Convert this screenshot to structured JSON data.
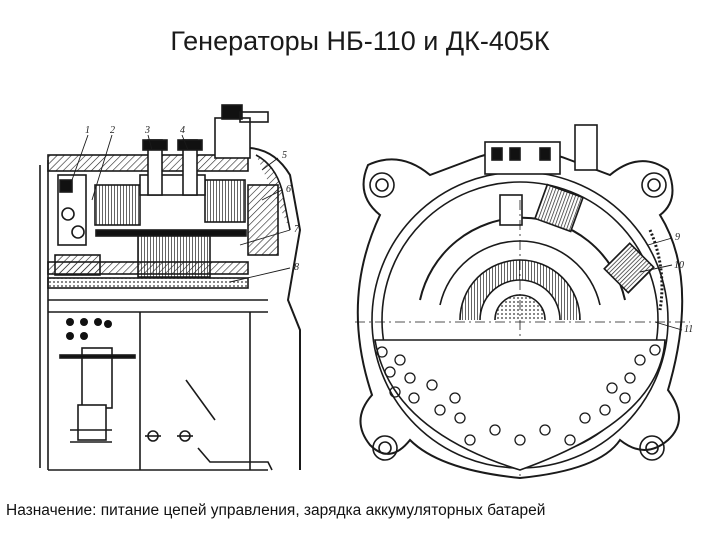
{
  "slide": {
    "title": "Генераторы НБ-110 и ДК-405К",
    "caption": "Назначение: питание цепей управления, зарядка аккумуляторных батарей"
  },
  "figure": {
    "left_view": {
      "callouts": [
        "1",
        "2",
        "3",
        "4",
        "5",
        "6",
        "7",
        "8"
      ]
    },
    "right_view": {
      "callouts": [
        "9",
        "10",
        "11"
      ]
    }
  },
  "colors": {
    "ink": "#1a1a1a",
    "paper": "#ffffff"
  }
}
